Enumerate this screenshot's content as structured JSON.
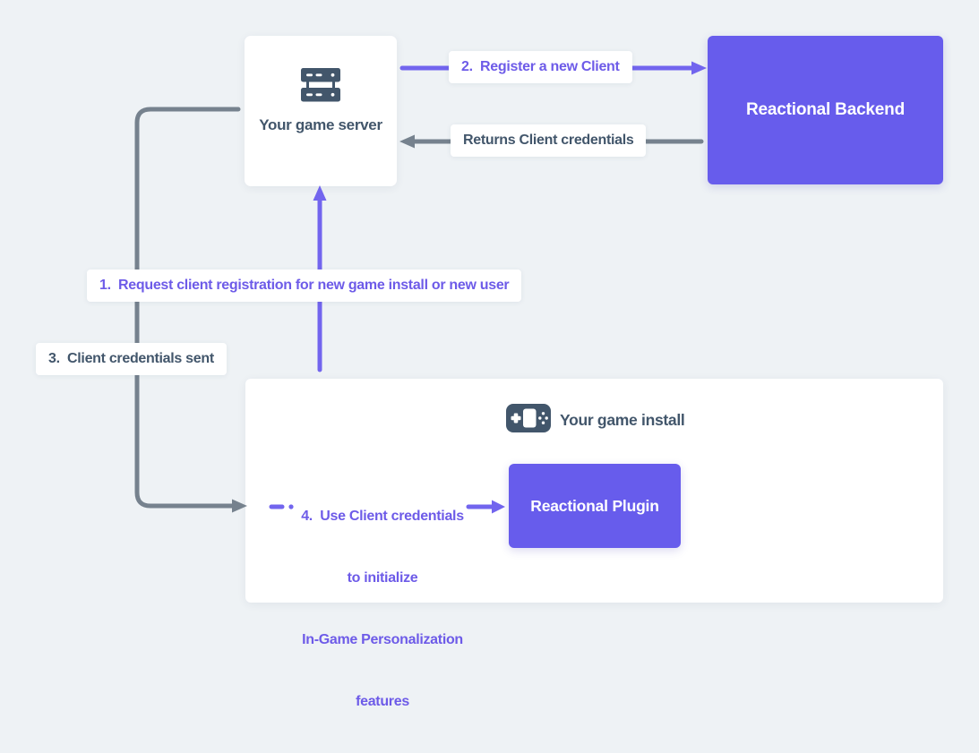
{
  "diagram": {
    "title": "Reactional client registration flow",
    "background": "#eef2f5",
    "colors": {
      "purple_box": "#675cec",
      "purple_arrow": "#7265ee",
      "purple_text": "#6d5be8",
      "slate_text": "#42566b",
      "gray_arrow": "#76828e",
      "panel": "#ffffff"
    },
    "nodes": {
      "game_server": {
        "label": "Your game server",
        "icon": "server-icon"
      },
      "reactional_backend": {
        "label": "Reactional Backend"
      },
      "game_install": {
        "label": "Your game install",
        "icon": "gamepad-icon"
      },
      "reactional_plugin": {
        "label": "Reactional Plugin"
      }
    },
    "steps": {
      "step1": {
        "label": "1.  Request client registration for new game install or new user",
        "from": "game_install",
        "to": "game_server",
        "style": "purple-solid"
      },
      "step2": {
        "label": "2.  Register a new Client",
        "from": "game_server",
        "to": "reactional_backend",
        "style": "purple-solid"
      },
      "returns": {
        "label": "Returns Client credentials",
        "from": "reactional_backend",
        "to": "game_server",
        "style": "gray-solid"
      },
      "step3": {
        "label": "3.  Client credentials sent",
        "from": "game_server",
        "to": "game_install",
        "style": "gray-solid"
      },
      "step4": {
        "lines": [
          "4.  Use Client credentials",
          "to initialize",
          "In-Game Personalization",
          "features"
        ],
        "from": "game_install",
        "to": "reactional_plugin",
        "style": "purple-dashed"
      }
    }
  }
}
